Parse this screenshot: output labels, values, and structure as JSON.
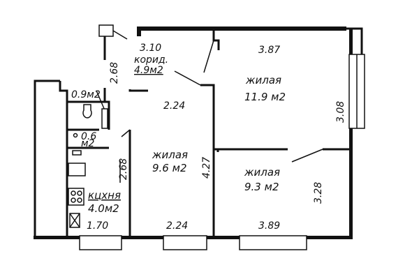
{
  "rooms": {
    "corridor": {
      "name": "корид.",
      "area": "4.9м2"
    },
    "living_top": {
      "name": "жилая",
      "area": "11.9  м2"
    },
    "living_middle": {
      "name": "жилая",
      "area": "9.6 м2"
    },
    "living_bottom": {
      "name": "жилая",
      "area": "9.3 м2"
    },
    "kitchen": {
      "name": "кцхня",
      "area": "4.0м2"
    },
    "bathroom": {
      "area": "0.9м2"
    },
    "toilet": {
      "area": "0.6",
      "unit": "м2"
    }
  },
  "dimensions": {
    "corridor_top": "3.10",
    "top_room_width": "3.87",
    "corridor_left": "2.68",
    "corridor_bottom": "2.24",
    "top_room_right": "3.08",
    "center_room_left": "2.68",
    "partition": "4.27",
    "bottom_room_right": "3.28",
    "kitchen_bottom": "1.70",
    "center_room_bottom": "2.24",
    "bottom_room_bottom": "3.89"
  }
}
